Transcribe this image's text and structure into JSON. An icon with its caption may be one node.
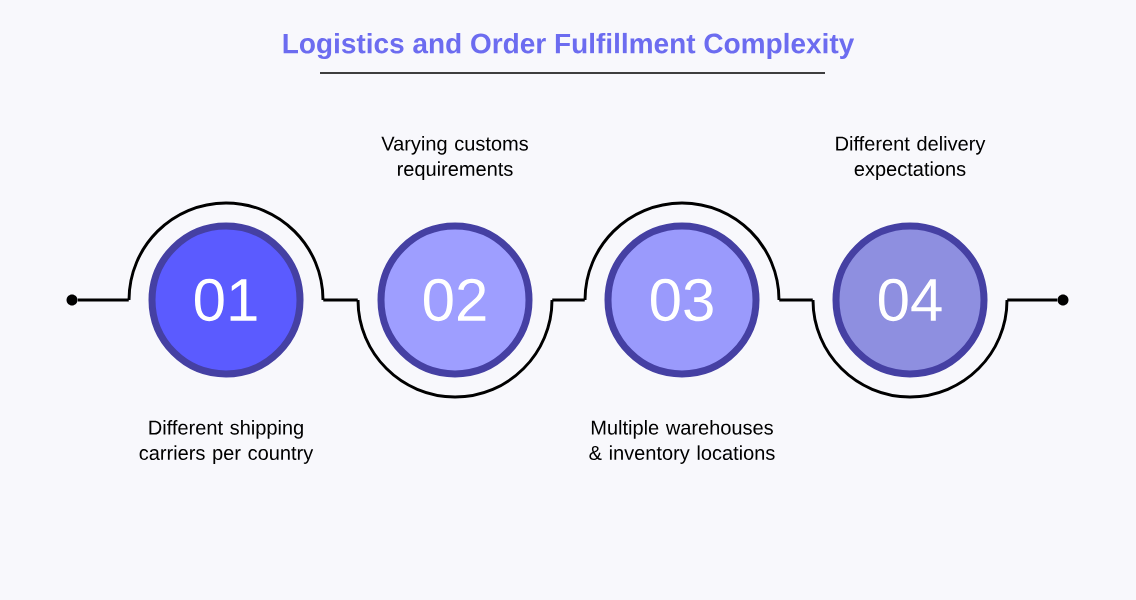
{
  "diagram": {
    "title": "Logistics and Order Fulfillment Complexity",
    "nodes": [
      {
        "text": [],
        "shape": "circle"
      },
      {
        "text": [
          "01"
        ],
        "beside": [
          "Different shipping carriers per country"
        ]
      },
      {
        "text": [
          "02"
        ],
        "beside": [
          "Varying customs requirements"
        ]
      },
      {
        "text": [
          "03"
        ],
        "beside": [
          "Multiple warehouses & inventory locations"
        ]
      },
      {
        "text": [
          "04"
        ],
        "beside": [
          "Different delivery expectations"
        ]
      },
      {
        "text": [],
        "shape": "circle"
      }
    ],
    "edges": [
      {
        "from": 0,
        "to": 1,
        "arrow": "none"
      },
      {
        "from": 1,
        "to": 2,
        "arrow": "none"
      },
      {
        "from": 2,
        "to": 3,
        "arrow": "none"
      },
      {
        "from": 3,
        "to": 4,
        "arrow": "none"
      },
      {
        "from": 4,
        "to": 5,
        "arrow": "none"
      }
    ]
  }
}
